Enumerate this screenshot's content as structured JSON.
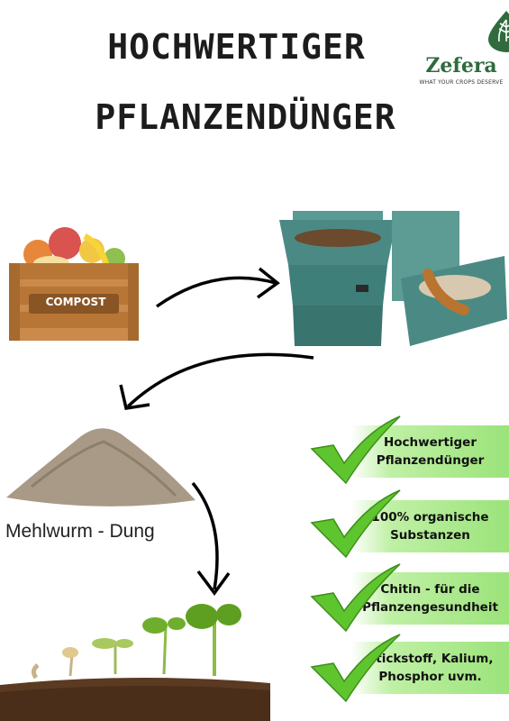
{
  "title": {
    "line1": "HOCHWERTIGER",
    "line2": "PFLANZENDÜNGER"
  },
  "logo": {
    "name": "Zefera",
    "tagline": "WHAT YOUR CROPS DESERVE",
    "icon": "leaf-drop-icon",
    "color": "#2f6b3d"
  },
  "compost_label": "COMPOST",
  "caption": "Mehlwurm - Dung",
  "benefits": [
    {
      "text": "Hochwertiger\nPflanzendünger"
    },
    {
      "text": "100% organische\nSubstanzen"
    },
    {
      "text": "Chitin - für die\nPflanzengesundheit"
    },
    {
      "text": "Stickstoff,  Kalium,\nPhosphor uvm."
    }
  ],
  "colors": {
    "check_green": "#5fc52e",
    "box_teal": "#3f7f7a",
    "benefit_green": "#9be37a"
  }
}
